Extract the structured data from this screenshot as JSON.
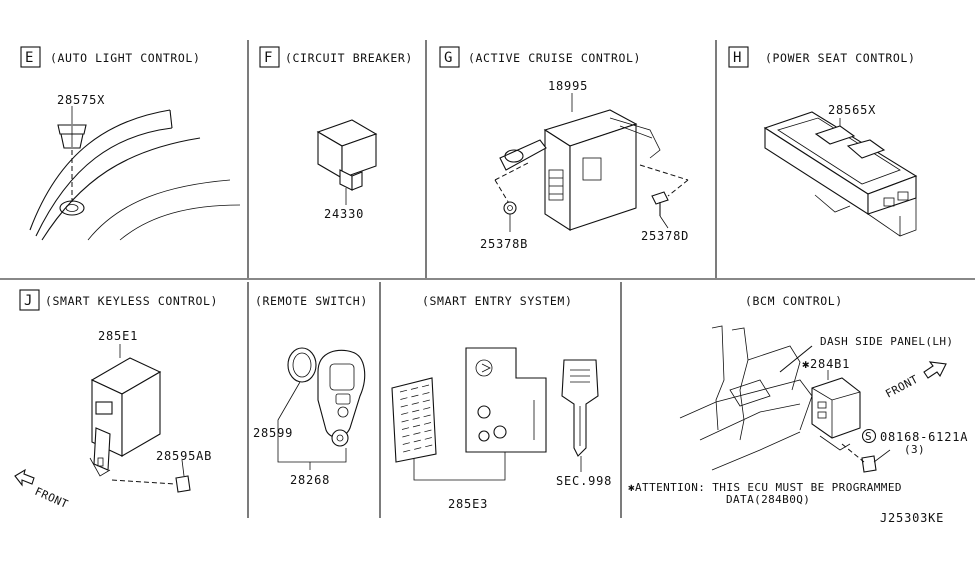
{
  "sections": {
    "E": {
      "letter": "E",
      "title": "(AUTO LIGHT CONTROL)",
      "parts": [
        "28575X"
      ]
    },
    "F": {
      "letter": "F",
      "title": "(CIRCUIT BREAKER)",
      "parts": [
        "24330"
      ]
    },
    "G": {
      "letter": "G",
      "title": "(ACTIVE CRUISE CONTROL)",
      "parts": [
        "18995",
        "25378B",
        "25378D"
      ]
    },
    "H": {
      "letter": "H",
      "title": "(POWER SEAT CONTROL)",
      "parts": [
        "28565X"
      ]
    },
    "J": {
      "letter": "J",
      "title": "(SMART KEYLESS CONTROL)",
      "parts": [
        "285E1",
        "28595AB"
      ],
      "direction": "FRONT"
    },
    "remote": {
      "title": "(REMOTE SWITCH)",
      "parts": [
        "28599",
        "28268"
      ]
    },
    "entry": {
      "title": "(SMART ENTRY SYSTEM)",
      "parts": [
        "285E3",
        "SEC.998"
      ]
    },
    "bcm": {
      "title": "(BCM CONTROL)",
      "panel_label": "DASH SIDE PANEL(LH)",
      "part": "✱284B1",
      "direction": "FRONT",
      "screw_symbol": "S",
      "screw": "08168-6121A",
      "screw_qty": "(3)",
      "attention_line1": "✱ATTENTION: THIS ECU MUST BE PROGRAMMED",
      "attention_line2": "DATA(284B0Q)"
    }
  },
  "diagram_code": "J25303KE"
}
